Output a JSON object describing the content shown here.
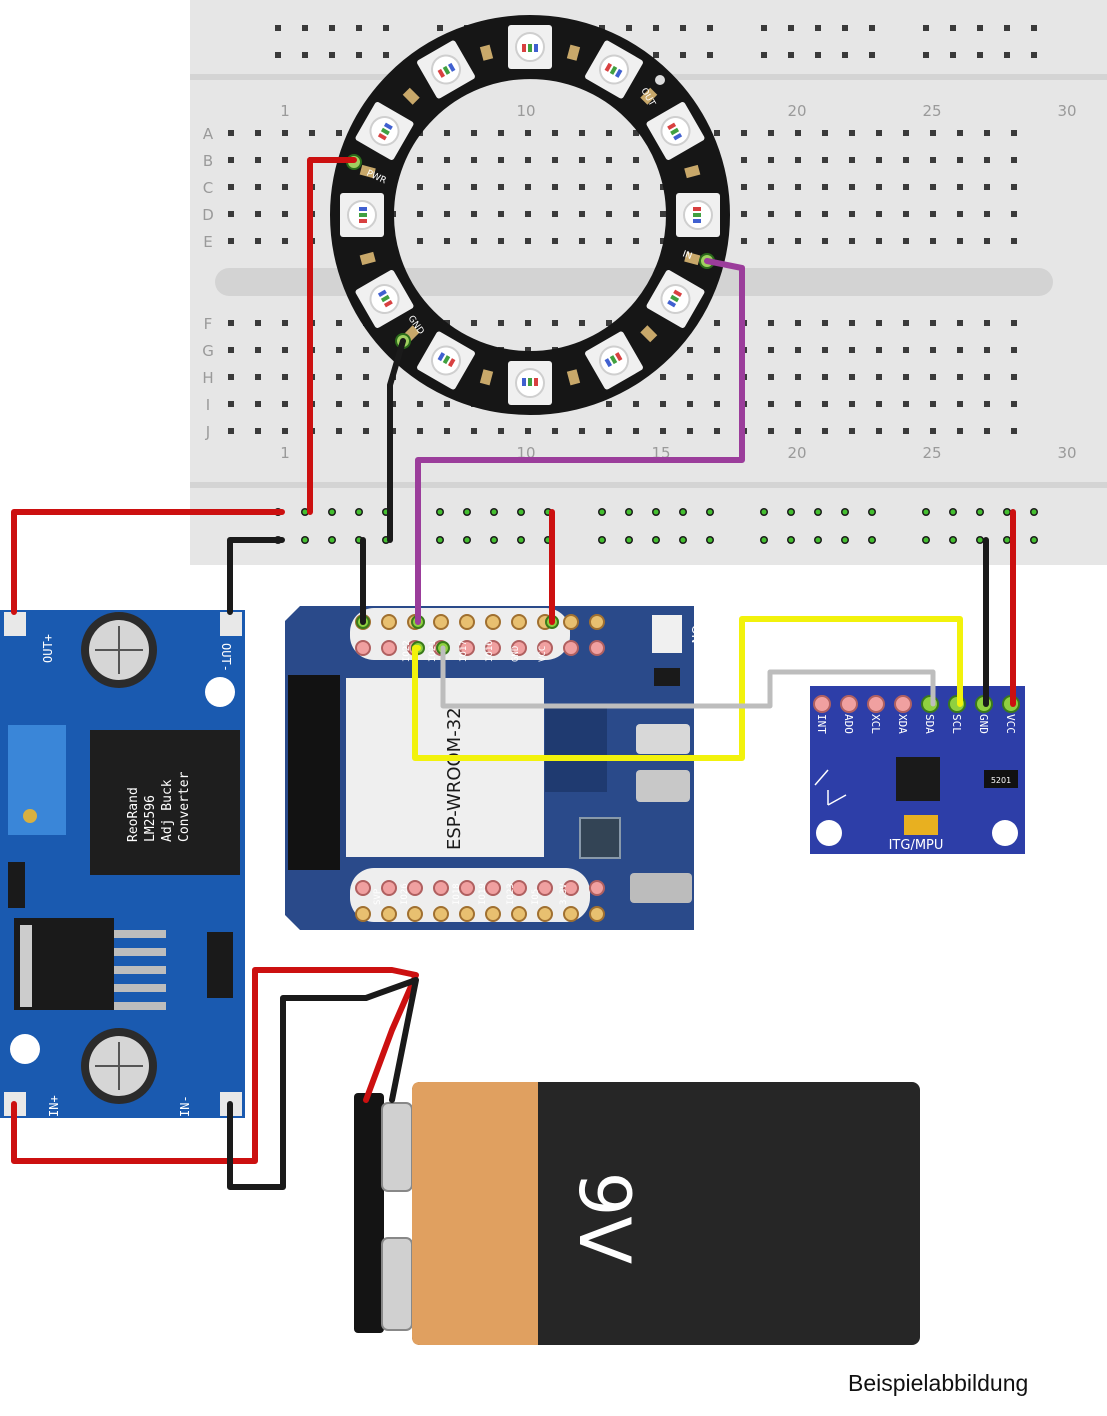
{
  "breadboard": {
    "top_columns": [
      "1",
      "10",
      "20",
      "25",
      "30"
    ],
    "bottom_columns": [
      "1",
      "10",
      "15",
      "20",
      "25",
      "30"
    ],
    "rows_top": [
      "A",
      "B",
      "C",
      "D",
      "E"
    ],
    "rows_bottom": [
      "F",
      "G",
      "H",
      "I",
      "J"
    ]
  },
  "ring": {
    "pin_pwr": "PWR",
    "pin_gnd": "GND",
    "pin_in": "IN",
    "pin_out": "OUT"
  },
  "buck": {
    "title_lines": [
      "ReoRand",
      "LM2596",
      "Adj Buck",
      "Converter"
    ],
    "out_plus": "OUT+",
    "out_minus": "OUT-",
    "in_plus": "IN+",
    "in_minus": "IN-"
  },
  "esp": {
    "module_label": "ESP-WROOM-32",
    "top_pins": [
      "IO22",
      "IO21",
      "IO17",
      "IO16",
      "GND",
      "VCC"
    ],
    "bottom_pins": [
      "SVP",
      "IO26",
      "IO18",
      "IO19",
      "IO23",
      "IO5",
      "3.3V"
    ],
    "switch_label": "ON"
  },
  "mpu": {
    "pins": [
      "INT",
      "ADO",
      "XCL",
      "XDA",
      "SDA",
      "SCL",
      "GND",
      "VCC"
    ],
    "board_label": "ITG/MPU",
    "ic_label": "5201"
  },
  "battery": {
    "voltage_label": "9V"
  },
  "caption": "Beispielabbildung",
  "colors": {
    "wire_red": "#cc1010",
    "wire_black": "#1a1a1a",
    "wire_purple": "#9b3d9b",
    "wire_yellow": "#f2f20c",
    "wire_gray": "#bdbdbd",
    "buck_pcb": "#1a5ab0",
    "esp_pcb": "#2a4a8a",
    "mpu_pcb": "#2d3ea8",
    "ring_pcb": "#1a1a1a",
    "breadboard": "#e5e5e5"
  }
}
